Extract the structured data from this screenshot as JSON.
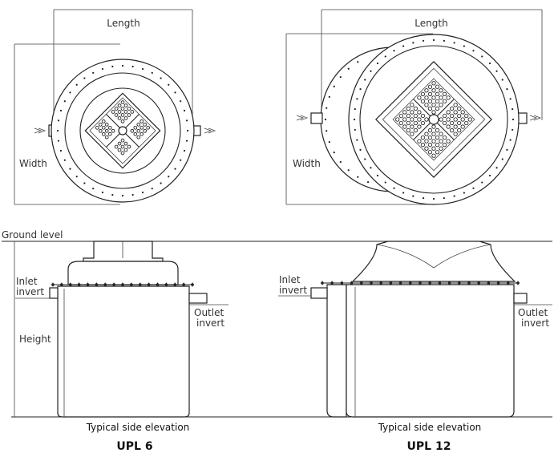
{
  "labels": {
    "length": "Length",
    "width": "Width",
    "ground_level": "Ground level",
    "inlet": "Inlet",
    "invert": "invert",
    "outlet": "Outlet",
    "height": "Height",
    "caption": "Typical side elevation"
  },
  "models": {
    "left": "UPL 6",
    "right": "UPL 12"
  },
  "colors": {
    "line": "#222222",
    "text": "#333333"
  }
}
